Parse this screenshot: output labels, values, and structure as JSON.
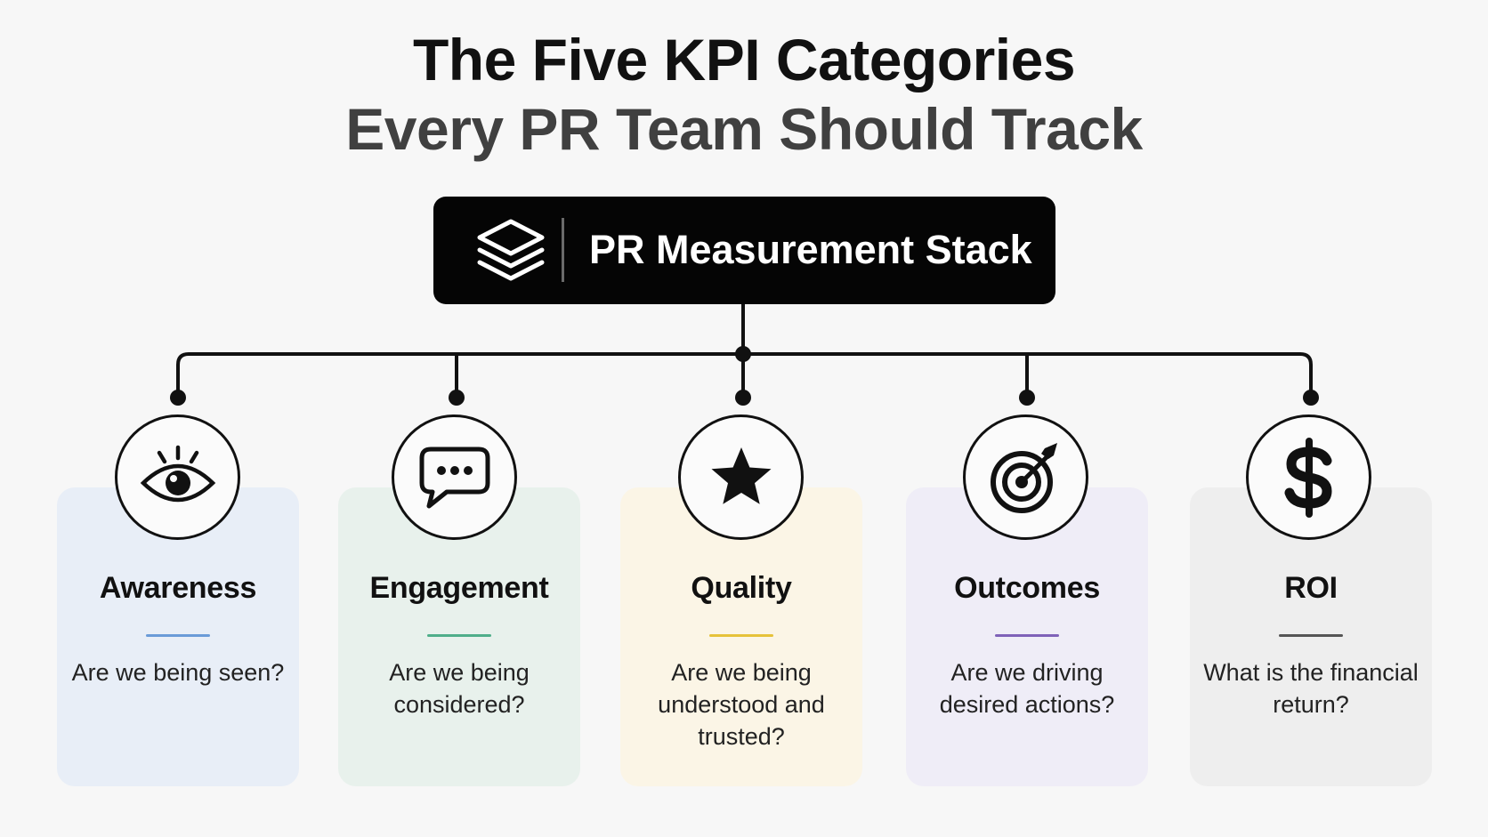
{
  "title": {
    "line1": "The Five KPI Categories",
    "line2": "Every PR Team Should Track"
  },
  "root": {
    "label": "PR Measurement Stack",
    "icon": "layers-icon"
  },
  "categories": [
    {
      "name": "Awareness",
      "question": "Are we being seen?",
      "icon": "eye-icon",
      "accent": "#6a9bd8",
      "bg": "#e8eef7"
    },
    {
      "name": "Engagement",
      "question": "Are we being considered?",
      "icon": "chat-bubble-icon",
      "accent": "#4fae8a",
      "bg": "#e8f1ec"
    },
    {
      "name": "Quality",
      "question": "Are we being understood and trusted?",
      "icon": "star-icon",
      "accent": "#e6c23a",
      "bg": "#fbf5e6"
    },
    {
      "name": "Outcomes",
      "question": "Are we driving desired actions?",
      "icon": "target-icon",
      "accent": "#7f62b8",
      "bg": "#efedf7"
    },
    {
      "name": "ROI",
      "question": "What is the financial return?",
      "icon": "dollar-icon",
      "accent": "#555555",
      "bg": "#eeeeee"
    }
  ]
}
